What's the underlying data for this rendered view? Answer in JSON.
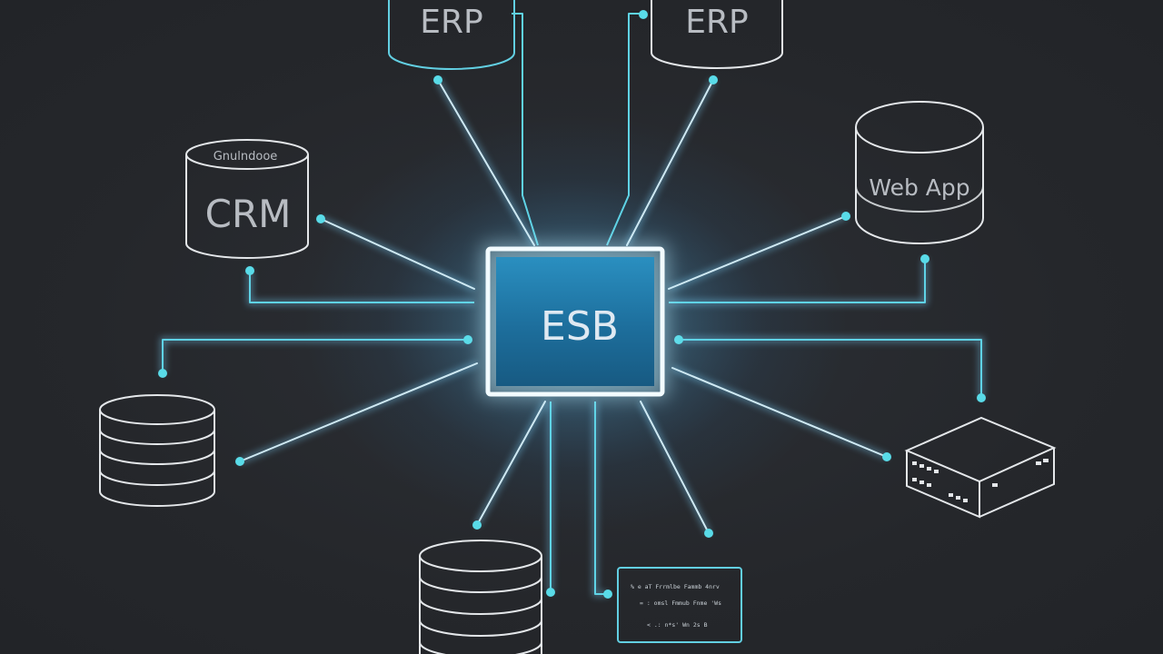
{
  "hub": {
    "label": "ESB"
  },
  "nodes": {
    "erp_left": {
      "label": "ERP"
    },
    "erp_right": {
      "label": "ERP"
    },
    "crm": {
      "label": "CRM",
      "sublabel": "Gnulndooe"
    },
    "web_app": {
      "label": "Web App"
    },
    "terminal": {
      "lines": [
        "%  e  aT  Frrmlbe  Fammb  4nrv",
        "=  :  omsl  Fmmub  Fnme  'Ws",
        "<  .:  n*s'  Wn  2s  B"
      ]
    }
  },
  "colors": {
    "background": "#26282c",
    "hub_fill": "#1e6f9e",
    "glow": "#7fd6ff",
    "accent": "#59dbe8",
    "outline": "#e4e7ea"
  }
}
